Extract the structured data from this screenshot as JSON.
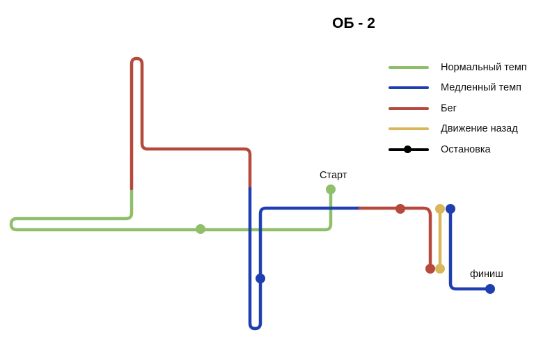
{
  "title": "ОБ - 2",
  "colors": {
    "normal": "#8fbf6b",
    "slow": "#1f3fb0",
    "run": "#b5493b",
    "back": "#d9b65a",
    "stop": "#000000"
  },
  "legend": [
    {
      "key": "normal",
      "label": "Нормальный темп"
    },
    {
      "key": "slow",
      "label": "Медленный темп"
    },
    {
      "key": "run",
      "label": "Бег"
    },
    {
      "key": "back",
      "label": "Движение назад"
    },
    {
      "key": "stop",
      "label": "Остановка"
    }
  ],
  "labels": {
    "start": "Старт",
    "finish": "финиш"
  }
}
